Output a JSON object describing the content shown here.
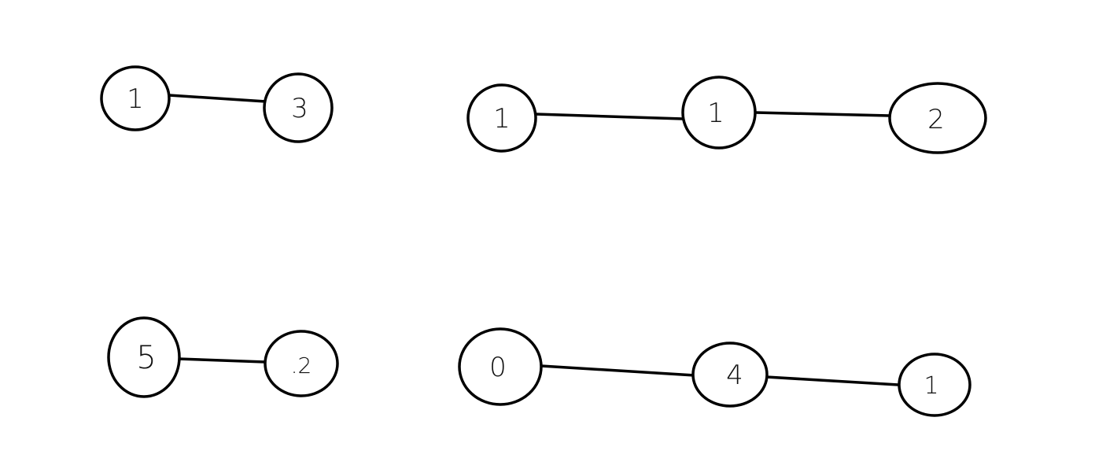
{
  "graphs": [
    {
      "nodes": [
        "1",
        "3"
      ]
    },
    {
      "nodes": [
        "1",
        "1",
        "2"
      ]
    },
    {
      "nodes": [
        "5",
        ".2"
      ]
    },
    {
      "nodes": [
        "0",
        "4",
        "1"
      ]
    }
  ]
}
